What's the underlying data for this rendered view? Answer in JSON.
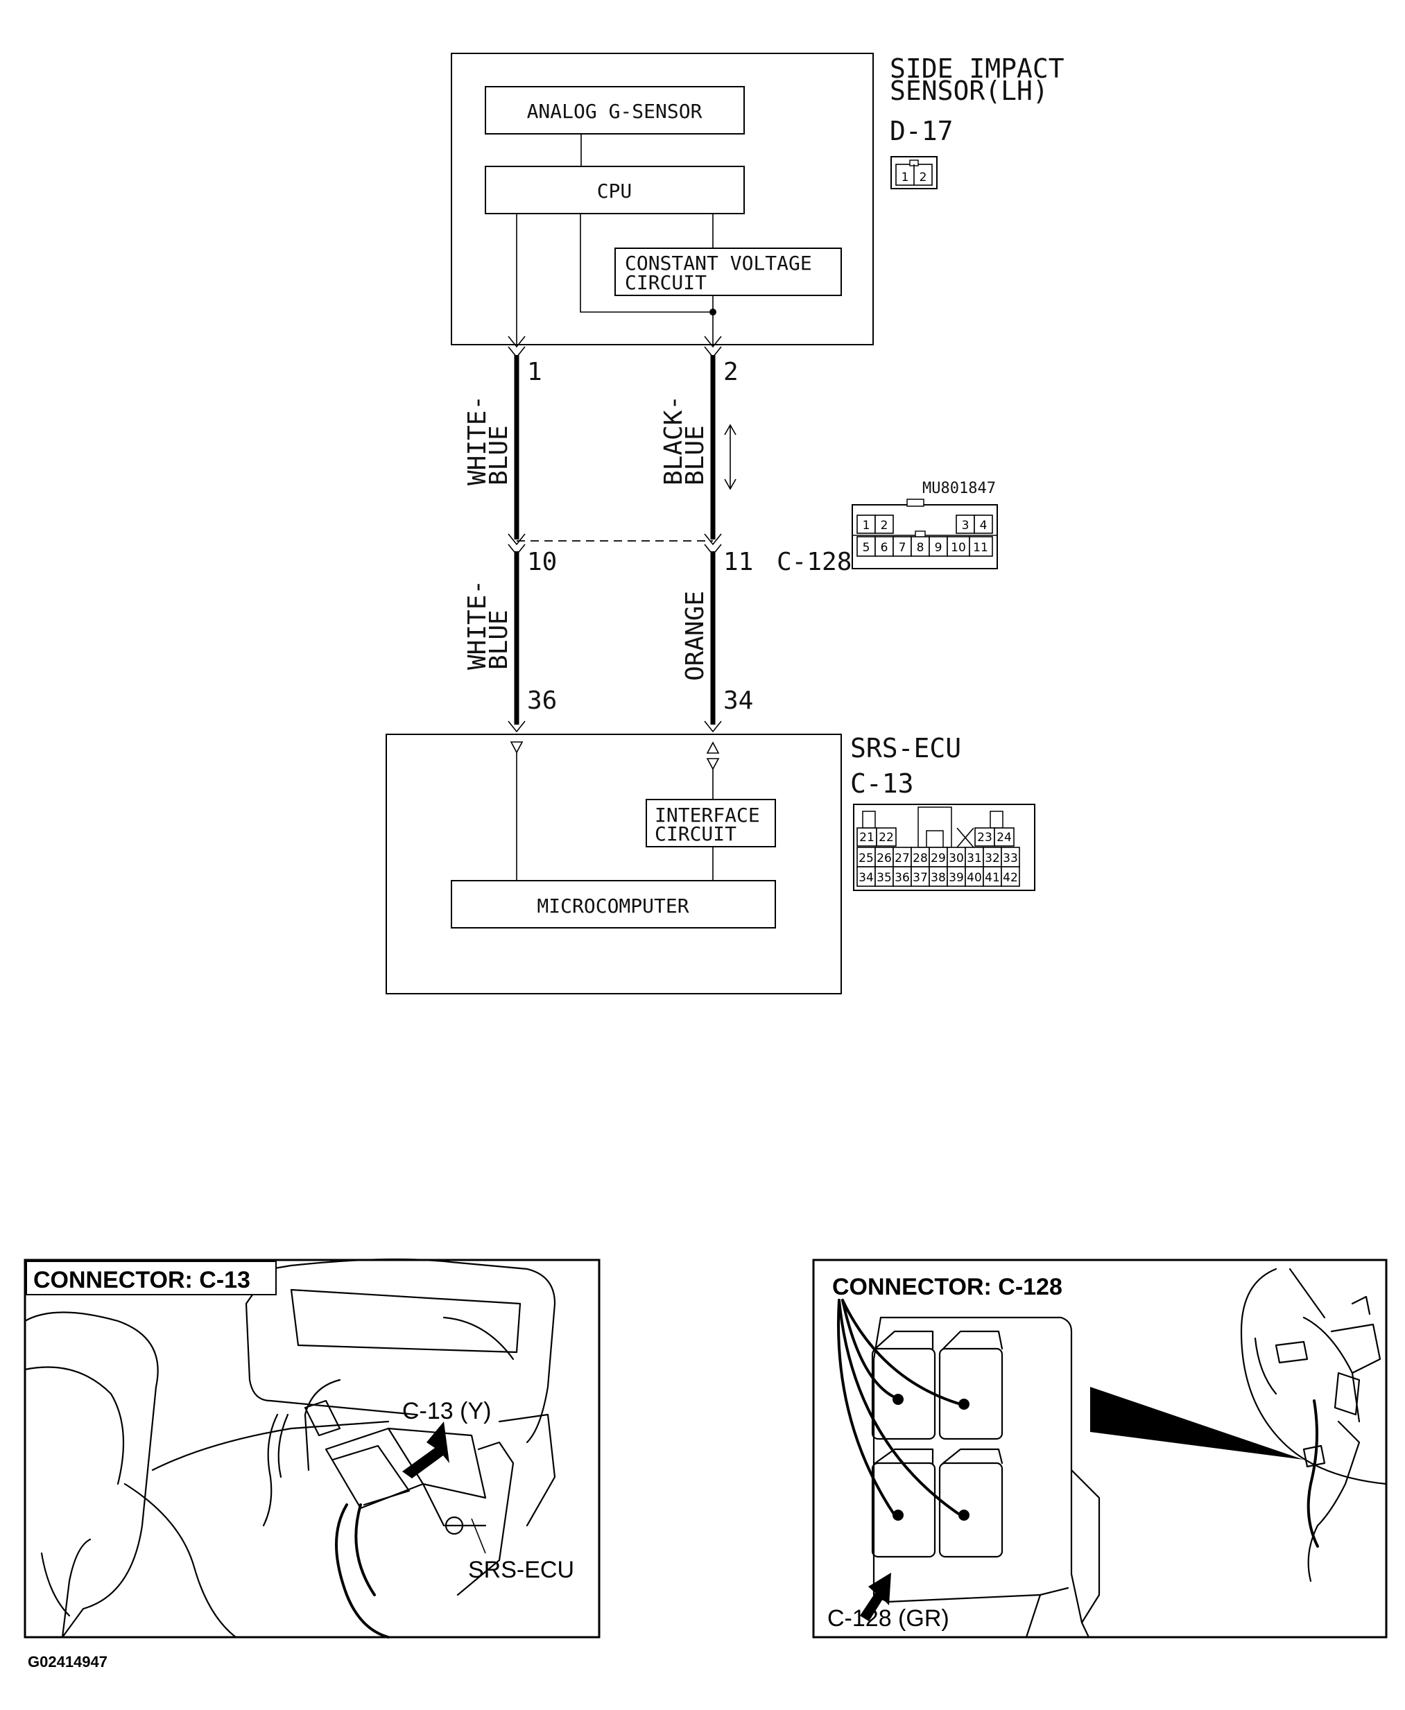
{
  "sensor": {
    "name_line1": "SIDE IMPACT",
    "name_line2": "SENSOR(LH)",
    "connector": "D-17",
    "pins": [
      "1",
      "2"
    ],
    "blocks": {
      "gsensor": "ANALOG G-SENSOR",
      "cpu": "CPU",
      "cvc_line1": "CONSTANT VOLTAGE",
      "cvc_line2": "CIRCUIT"
    }
  },
  "wires": {
    "left_upper": {
      "line1": "WHITE-",
      "line2": "BLUE"
    },
    "right_upper": {
      "line1": "BLACK-",
      "line2": "BLUE"
    },
    "left_lower": {
      "line1": "WHITE-",
      "line2": "BLUE"
    },
    "right_lower": "ORANGE"
  },
  "terminals": {
    "sensor_left": "1",
    "sensor_right": "2",
    "c128_left": "10",
    "c128_right": "11",
    "ecu_left": "36",
    "ecu_right": "34"
  },
  "c128": {
    "label": "C-128",
    "part_number": "MU801847",
    "top_row": [
      "1",
      "2",
      "3",
      "4"
    ],
    "bottom_row": [
      "5",
      "6",
      "7",
      "8",
      "9",
      "10",
      "11"
    ]
  },
  "ecu": {
    "name": "SRS-ECU",
    "connector": "C-13",
    "interface_line1": "INTERFACE",
    "interface_line2": "CIRCUIT",
    "microcomputer": "MICROCOMPUTER",
    "row1": [
      "21",
      "22",
      "23",
      "24"
    ],
    "row2": [
      "25",
      "26",
      "27",
      "28",
      "29",
      "30",
      "31",
      "32",
      "33"
    ],
    "row3": [
      "34",
      "35",
      "36",
      "37",
      "38",
      "39",
      "40",
      "41",
      "42"
    ]
  },
  "photo_left": {
    "title": "CONNECTOR: C-13",
    "callout_connector": "C-13 (Y)",
    "callout_ecu": "SRS-ECU"
  },
  "photo_right": {
    "title": "CONNECTOR: C-128",
    "callout_connector": "C-128 (GR)"
  },
  "figure_id": "G02414947"
}
